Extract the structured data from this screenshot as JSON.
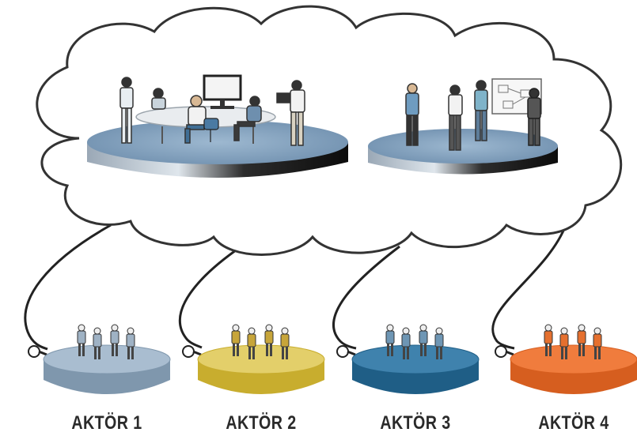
{
  "actors": [
    {
      "label": "AKTÖR 1",
      "base_color": "#a9bdd0",
      "side_color": "#7f97ad",
      "figure_color": "#9fb2c4"
    },
    {
      "label": "AKTÖR 2",
      "base_color": "#e3cf6a",
      "side_color": "#c8ad2e",
      "figure_color": "#c7a53a"
    },
    {
      "label": "AKTÖR 3",
      "base_color": "#3f82ad",
      "side_color": "#1f5e86",
      "figure_color": "#6e96b4"
    },
    {
      "label": "AKTÖR 4",
      "base_color": "#f07c3d",
      "side_color": "#d65e1f",
      "figure_color": "#e5702f"
    }
  ],
  "cloud": {
    "stroke": "#333333",
    "fill": "#ffffff"
  },
  "platforms": {
    "top_color": "#86a4c0",
    "side_dark": "#111111",
    "side_light": "#c8d2da"
  }
}
